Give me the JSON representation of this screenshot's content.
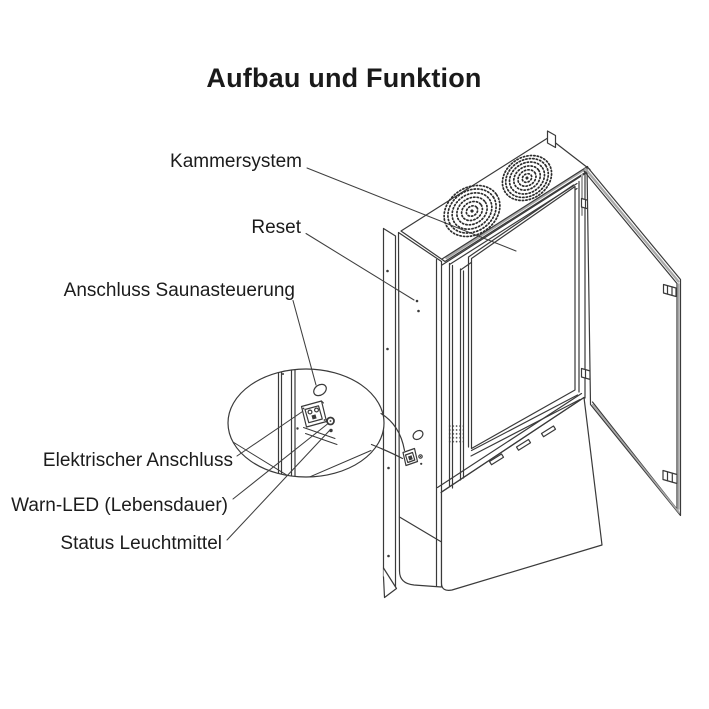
{
  "title": "Aufbau und Funktion",
  "labels": {
    "kammersystem": "Kammersystem",
    "reset": "Reset",
    "anschluss_saunasteuerung": "Anschluss Saunasteuerung",
    "elektrischer_anschluss": "Elektrischer Anschluss",
    "warn_led": "Warn-LED (Lebensdauer)",
    "status_leuchtmittel": "Status Leuchtmittel"
  },
  "colors": {
    "line": "#3a3a3a",
    "accent_gray": "#a8a8a8",
    "background": "#ffffff",
    "text": "#1c1c1c"
  }
}
